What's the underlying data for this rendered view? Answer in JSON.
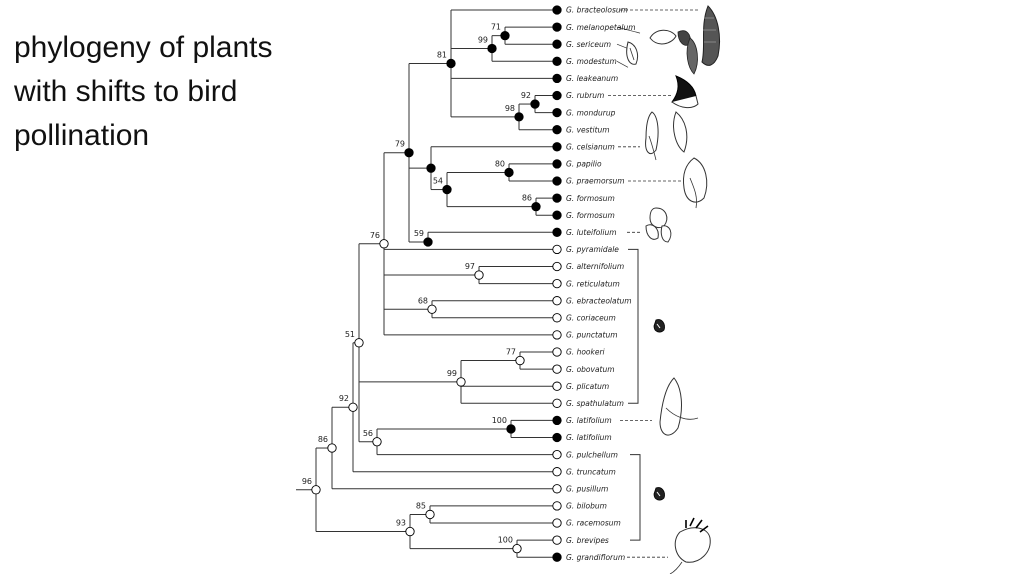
{
  "title_lines": [
    "phylogeny of plants",
    "with shifts to bird",
    "pollination"
  ],
  "taxa": [
    {
      "name": "G. bracteolosum",
      "state": "bird"
    },
    {
      "name": "G. melanopetalum",
      "state": "bird"
    },
    {
      "name": "G. sericeum",
      "state": "bird"
    },
    {
      "name": "G. modestum",
      "state": "bird"
    },
    {
      "name": "G. leakeanum",
      "state": "bird"
    },
    {
      "name": "G. rubrum",
      "state": "bird"
    },
    {
      "name": "G. mondurup",
      "state": "bird"
    },
    {
      "name": "G. vestitum",
      "state": "bird"
    },
    {
      "name": "G. celsianum",
      "state": "bird"
    },
    {
      "name": "G. papilio",
      "state": "bird"
    },
    {
      "name": "G. praemorsum",
      "state": "bird"
    },
    {
      "name": "G. formosum",
      "state": "bird"
    },
    {
      "name": "G. formosum",
      "state": "bird"
    },
    {
      "name": "G. luteifolium",
      "state": "bird"
    },
    {
      "name": "G. pyramidale",
      "state": "bee"
    },
    {
      "name": "G. alternifolium",
      "state": "bee"
    },
    {
      "name": "G. reticulatum",
      "state": "bee"
    },
    {
      "name": "G. ebracteolatum",
      "state": "bee"
    },
    {
      "name": "G. coriaceum",
      "state": "bee"
    },
    {
      "name": "G. punctatum",
      "state": "bee"
    },
    {
      "name": "G. hookeri",
      "state": "bee"
    },
    {
      "name": "G. obovatum",
      "state": "bee"
    },
    {
      "name": "G. plicatum",
      "state": "bee"
    },
    {
      "name": "G. spathulatum",
      "state": "bee"
    },
    {
      "name": "G. latifolium",
      "state": "bird"
    },
    {
      "name": "G. latifolium",
      "state": "bird"
    },
    {
      "name": "G. pulchellum",
      "state": "bee"
    },
    {
      "name": "G. truncatum",
      "state": "bee"
    },
    {
      "name": "G. pusillum",
      "state": "bee"
    },
    {
      "name": "G. bilobum",
      "state": "bee"
    },
    {
      "name": "G. racemosum",
      "state": "bee"
    },
    {
      "name": "G. brevipes",
      "state": "bee"
    },
    {
      "name": "G. grandiflorum",
      "state": "bird"
    }
  ],
  "support_values": [
    "71",
    "99",
    "92",
    "98",
    "81",
    "80",
    "54",
    "86",
    "59",
    "79",
    "97",
    "68",
    "77",
    "99",
    "100",
    "56",
    "51",
    "76",
    "92",
    "86",
    "85",
    "100",
    "93",
    "96"
  ],
  "colors": {
    "bird": "#000000",
    "bee": "#ffffff",
    "line": "#333333"
  }
}
